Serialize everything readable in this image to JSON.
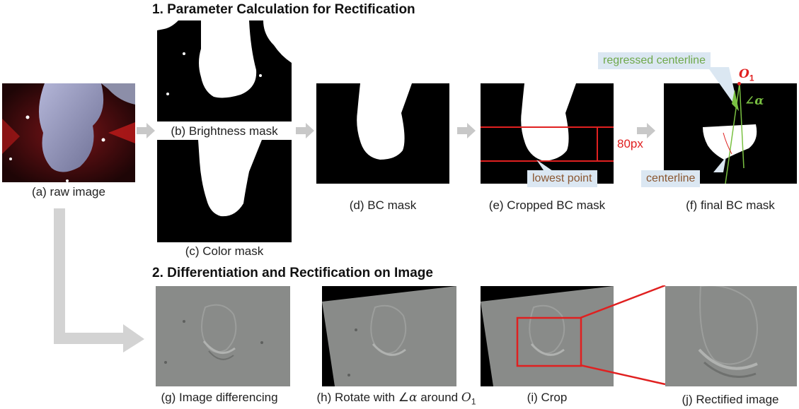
{
  "titles": {
    "section1": "1. Parameter Calculation for Rectification",
    "section2": "2. Differentiation and Rectification on Image"
  },
  "captions": {
    "a": "(a) raw image",
    "b": "(b) Brightness mask",
    "c": "(c) Color mask",
    "d": "(d) BC mask",
    "e": "(e) Cropped BC mask",
    "f": "(f) final BC mask",
    "g": "(g) Image differencing",
    "h_prefix": "(h) Rotate with ∠",
    "h_alpha": "α",
    "h_mid": " around ",
    "h_o": "O",
    "h_sub": "1",
    "i": "(i) Crop",
    "j": "(j) Rectified image"
  },
  "annotations": {
    "distance": "80px",
    "lowest_point": "lowest point",
    "regressed_centerline": "regressed centerline",
    "centerline": "centerline",
    "origin": "O",
    "origin_sub": "1",
    "angle": "∠α"
  },
  "colors": {
    "red": "#e02020",
    "green": "#7ac142",
    "arrow_gray": "#c8c8c8",
    "tag_bg": "#dbe7f2"
  }
}
